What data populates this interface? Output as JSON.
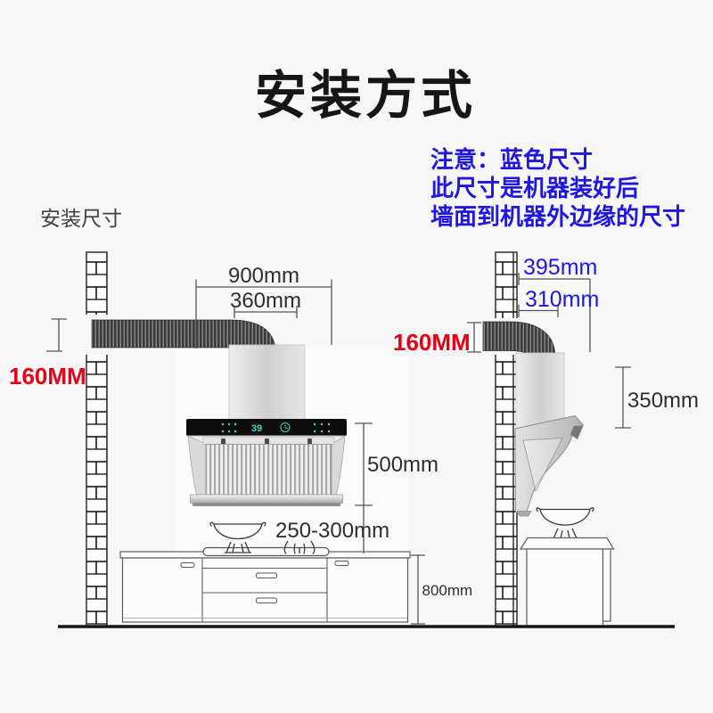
{
  "page": {
    "title": "安装方式",
    "background": "#f7f7f7"
  },
  "note": {
    "lines": [
      "注意：蓝色尺寸",
      "此尺寸是机器装好后",
      "墙面到机器外边缘的尺寸"
    ]
  },
  "section_label": "安装尺寸",
  "colors": {
    "blue": "#1f16e0",
    "red": "#e60014",
    "dim_text": "#2e2e2e",
    "display_cyan": "#3fd4d4"
  },
  "hood": {
    "display_value": "39"
  },
  "front_view": {
    "dim_width": "900mm",
    "dim_duct_span": "360mm",
    "dim_duct_height": "160MM",
    "dim_hood_height": "500mm",
    "dim_hood_to_stove": "250-300mm",
    "dim_counter_height": "800mm"
  },
  "side_view": {
    "dim_wall_to_outer": "395mm",
    "dim_wall_to_inner": "310mm",
    "dim_duct_height": "160MM",
    "dim_upper_height": "350mm"
  }
}
